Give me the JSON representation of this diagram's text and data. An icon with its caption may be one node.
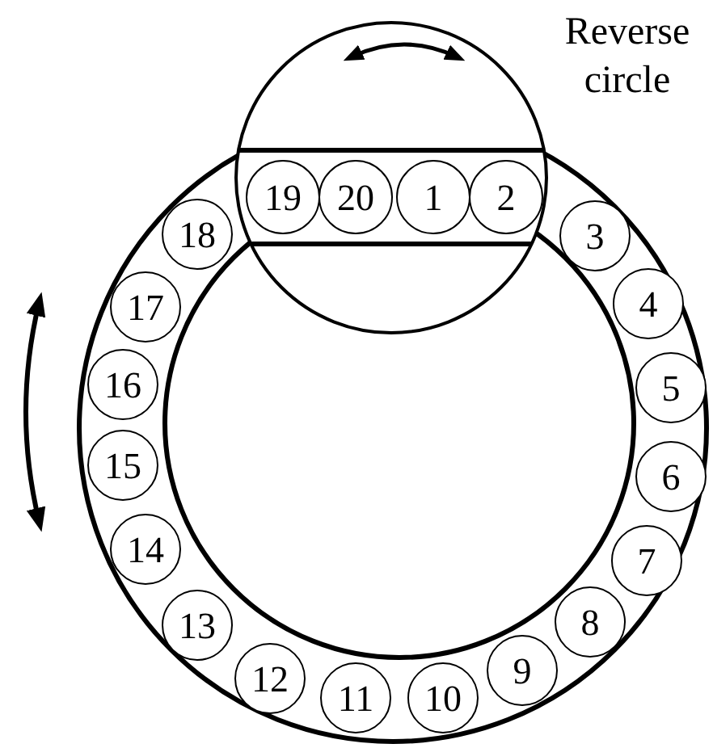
{
  "diagram": {
    "nodes": [
      {
        "text": [
          "Reverse circle"
        ]
      },
      {
        "text": [],
        "shape": "ring"
      },
      {
        "text": [
          "1"
        ]
      },
      {
        "text": [
          "2"
        ]
      },
      {
        "text": [
          "3"
        ],
        "in": 1
      },
      {
        "text": [
          "4"
        ],
        "in": 1
      },
      {
        "text": [
          "5"
        ],
        "in": 1
      },
      {
        "text": [
          "6"
        ],
        "in": 1
      },
      {
        "text": [
          "7"
        ],
        "in": 1
      },
      {
        "text": [
          "8"
        ],
        "in": 1
      },
      {
        "text": [
          "9"
        ],
        "in": 1
      },
      {
        "text": [
          "10"
        ],
        "in": 1
      },
      {
        "text": [
          "11"
        ],
        "in": 1
      },
      {
        "text": [
          "12"
        ],
        "in": 1
      },
      {
        "text": [
          "13"
        ],
        "in": 1
      },
      {
        "text": [
          "14"
        ],
        "in": 1
      },
      {
        "text": [
          "15"
        ],
        "in": 1
      },
      {
        "text": [
          "16"
        ],
        "in": 1
      },
      {
        "text": [
          "17"
        ],
        "in": 1
      },
      {
        "text": [
          "18"
        ],
        "in": 1
      },
      {
        "text": [
          "19"
        ]
      },
      {
        "text": [
          "20"
        ]
      }
    ]
  }
}
